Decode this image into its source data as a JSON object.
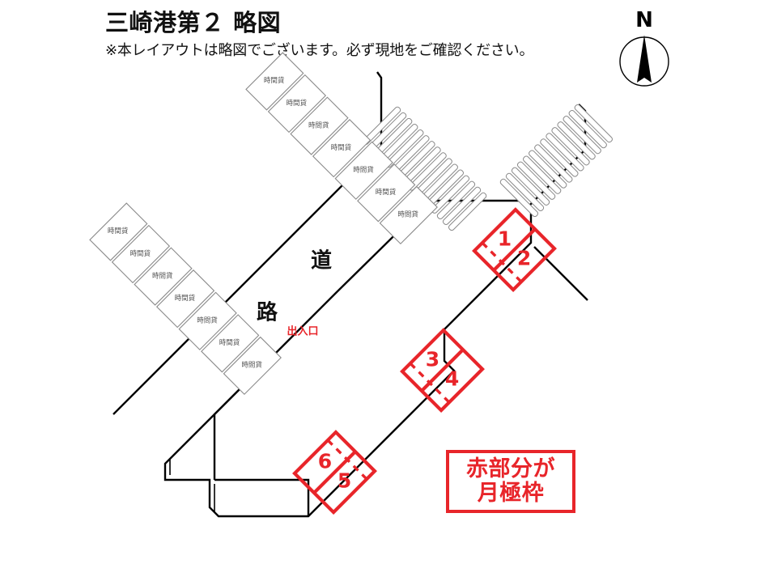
{
  "header": {
    "title": "三崎港第２ 略図",
    "note": "※本レイアウトは略図でございます。必ず現地をご確認ください。"
  },
  "compass": {
    "label": "N",
    "icon": "north-arrow-icon"
  },
  "legend": {
    "line1": "赤部分が",
    "line2": "月極枠",
    "border_color": "#e8252a"
  },
  "map": {
    "road_label_chars": [
      "道",
      "路"
    ],
    "gate_label": "出入口",
    "hourly_label": "時間貸",
    "monthly_color": "#e8252a",
    "hourly_stall_color": "#8a8a8a",
    "boundary_color": "#000000",
    "upper_row": {
      "name": "hourly-row-upper",
      "count": 7,
      "labels": [
        "時間貸",
        "時間貸",
        "時間貸",
        "時間貸",
        "時間貸",
        "時間貸",
        "時間貸"
      ]
    },
    "lower_row": {
      "name": "hourly-row-lower",
      "count": 7,
      "labels": [
        "時間貸",
        "時間貸",
        "時間貸",
        "時間貸",
        "時間貸",
        "時間貸",
        "時間貸"
      ]
    },
    "monthly_spaces": [
      {
        "number": "1",
        "group": "group-a"
      },
      {
        "number": "2",
        "group": "group-a"
      },
      {
        "number": "3",
        "group": "group-b"
      },
      {
        "number": "4",
        "group": "group-b"
      },
      {
        "number": "6",
        "group": "group-c"
      },
      {
        "number": "5",
        "group": "group-c"
      }
    ],
    "hatch_blocks": [
      {
        "name": "hatch-block-left",
        "bars": 16
      },
      {
        "name": "hatch-block-right",
        "bars": 14
      }
    ]
  }
}
